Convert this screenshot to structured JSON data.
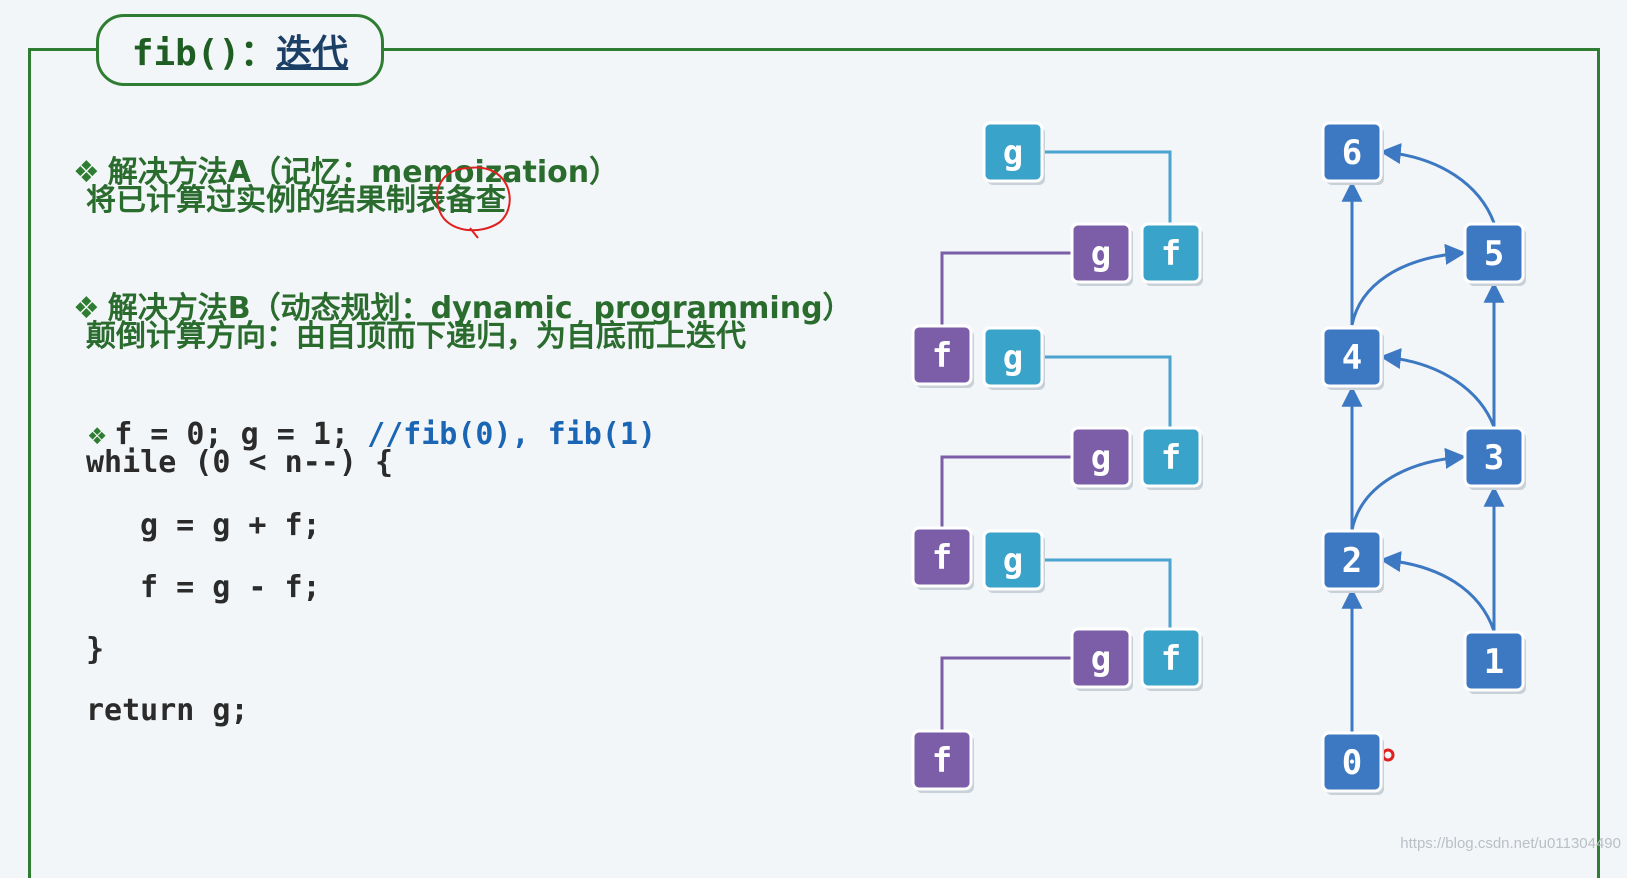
{
  "title": {
    "prefix": "fib()：",
    "link": "迭代"
  },
  "lines": {
    "a_heading": "解决方法A（记忆：memoization）",
    "a_desc": "将已计算过实例的结果制表备查",
    "b_heading": "解决方法B（动态规划：dynamic  programming）",
    "b_desc": "颠倒计算方向：由自顶而下递归，为自底而上迭代",
    "code_init": "f = 0; g = 1; ",
    "code_comment": "//fib(0), fib(1)",
    "code_while": "while (0 < n--) {",
    "code_g": "g = g + f;",
    "code_f": "f = g - f;",
    "code_close": "}",
    "code_return": "return g;"
  },
  "bullet_glyph": "❖",
  "fg_diagram": {
    "labels": {
      "f": "f",
      "g": "g"
    },
    "colors": {
      "f": "#7b5ea7",
      "g": "#3aa3c9",
      "edge_g": "#4ba3cf",
      "edge_f": "#7b5ea7"
    }
  },
  "dag": {
    "labels": [
      "0",
      "1",
      "2",
      "3",
      "4",
      "5",
      "6"
    ],
    "colors": {
      "node": "#3d78c2",
      "edge": "#3d78c2"
    }
  },
  "watermark": "https://blog.csdn.net/u011304490"
}
